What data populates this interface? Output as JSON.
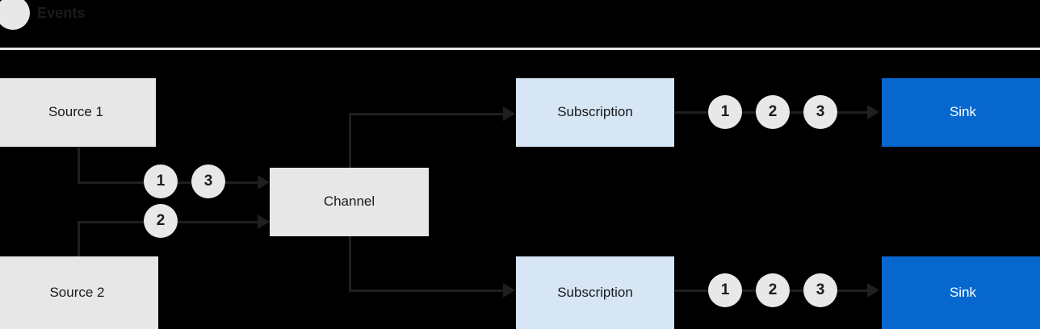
{
  "legend": {
    "icon": "event-circle-icon",
    "label": "Events"
  },
  "diagram": {
    "title": "Events",
    "colors": {
      "background": "#000000",
      "source_box": "#e7e7e7",
      "channel_box": "#e7e7e7",
      "subscription_box": "#d6e6f5",
      "sink_box": "#0668cf",
      "sink_text": "#ffffff",
      "connector": "#1f1f1f",
      "event_circle": "#e8e8e8",
      "event_number": "#1c1c1c",
      "divider": "#e9e9e9"
    },
    "nodes": {
      "source_1": "Source 1",
      "source_2": "Source 2",
      "channel": "Channel",
      "subscription_top": "Subscription",
      "subscription_bottom": "Subscription",
      "sink_top": "Sink",
      "sink_bottom": "Sink"
    },
    "events": {
      "source1_to_channel": [
        "1",
        "3"
      ],
      "source2_to_channel": [
        "2"
      ],
      "subscription_top_to_sink": [
        "1",
        "2",
        "3"
      ],
      "subscription_bottom_to_sink": [
        "1",
        "2",
        "3"
      ]
    }
  }
}
